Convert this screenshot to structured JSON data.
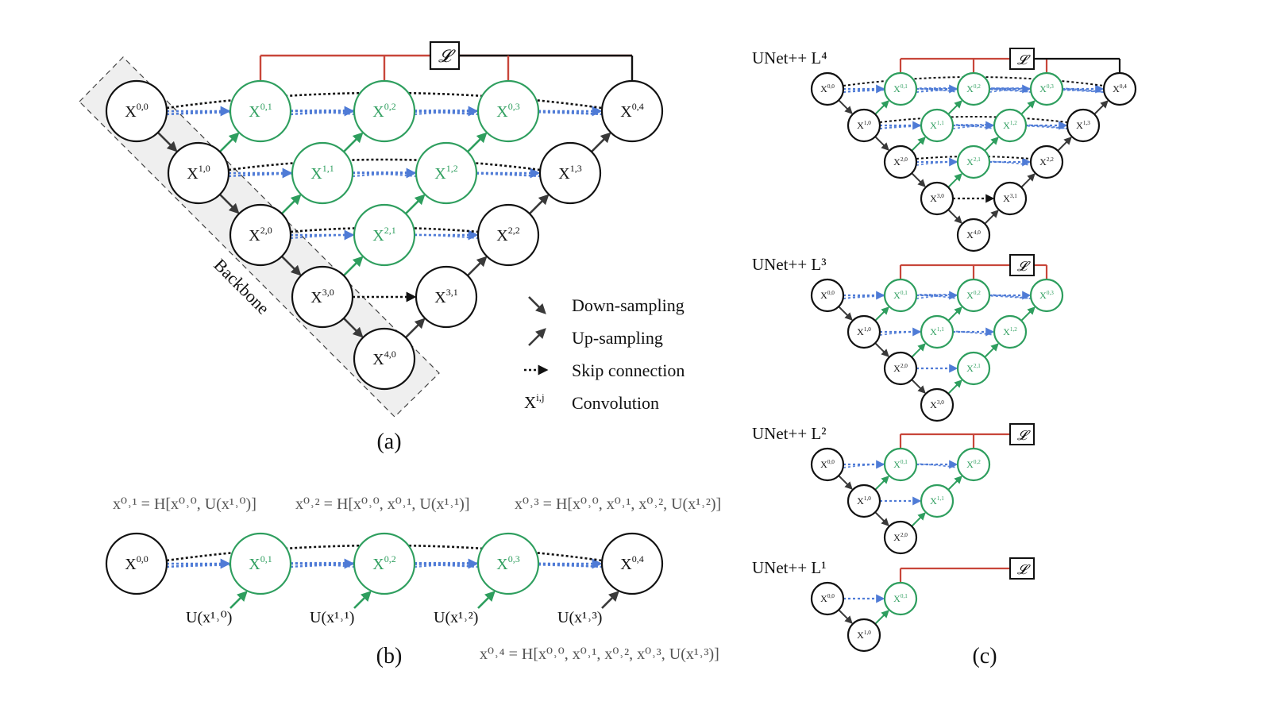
{
  "colors": {
    "encoder": "#111111",
    "nested": "#2e9e5e",
    "skip_blue": "#4f7bd6",
    "loss_line": "#c8463a",
    "arrow": "#3a3a3a",
    "backbone_fill": "#efefef"
  },
  "panel_a": {
    "label": "(a)",
    "backbone_label": "Backbone",
    "loss_symbol": "𝓛",
    "nodes": [
      {
        "id": "0,0",
        "sup": "0,0",
        "kind": "enc"
      },
      {
        "id": "1,0",
        "sup": "1,0",
        "kind": "enc"
      },
      {
        "id": "2,0",
        "sup": "2,0",
        "kind": "enc"
      },
      {
        "id": "3,0",
        "sup": "3,0",
        "kind": "enc"
      },
      {
        "id": "4,0",
        "sup": "4,0",
        "kind": "enc"
      },
      {
        "id": "0,1",
        "sup": "0,1",
        "kind": "nested"
      },
      {
        "id": "0,2",
        "sup": "0,2",
        "kind": "nested"
      },
      {
        "id": "0,3",
        "sup": "0,3",
        "kind": "nested"
      },
      {
        "id": "1,1",
        "sup": "1,1",
        "kind": "nested"
      },
      {
        "id": "1,2",
        "sup": "1,2",
        "kind": "nested"
      },
      {
        "id": "2,1",
        "sup": "2,1",
        "kind": "nested"
      },
      {
        "id": "0,4",
        "sup": "0,4",
        "kind": "enc"
      },
      {
        "id": "1,3",
        "sup": "1,3",
        "kind": "enc"
      },
      {
        "id": "2,2",
        "sup": "2,2",
        "kind": "enc"
      },
      {
        "id": "3,1",
        "sup": "3,1",
        "kind": "enc"
      }
    ],
    "legend": [
      {
        "icon": "down-arrow",
        "label": "Down-sampling"
      },
      {
        "icon": "up-arrow",
        "label": "Up-sampling"
      },
      {
        "icon": "skip-arrow",
        "label": "Skip connection"
      },
      {
        "icon": "conv",
        "label": "Convolution",
        "symbol": "X",
        "sup": "i,j"
      }
    ]
  },
  "panel_b": {
    "label": "(b)",
    "equations": [
      "x⁰˒¹ = H[x⁰˒⁰, U(x¹˒⁰)]",
      "x⁰˒² = H[x⁰˒⁰, x⁰˒¹, U(x¹˒¹)]",
      "x⁰˒³ = H[x⁰˒⁰, x⁰˒¹, x⁰˒², U(x¹˒²)]",
      "x⁰˒⁴ = H[x⁰˒⁰, x⁰˒¹, x⁰˒², x⁰˒³, U(x¹˒³)]"
    ],
    "nodes": [
      {
        "sup": "0,0",
        "kind": "enc"
      },
      {
        "sup": "0,1",
        "kind": "nested"
      },
      {
        "sup": "0,2",
        "kind": "nested"
      },
      {
        "sup": "0,3",
        "kind": "nested"
      },
      {
        "sup": "0,4",
        "kind": "enc"
      }
    ],
    "inputs": [
      "U(x¹˒⁰)",
      "U(x¹˒¹)",
      "U(x¹˒²)",
      "U(x¹˒³)"
    ]
  },
  "panel_c": {
    "label": "(c)",
    "loss_symbol": "𝓛",
    "subfigures": [
      {
        "title": "UNet++ L⁴",
        "depth": 4
      },
      {
        "title": "UNet++ L³",
        "depth": 3
      },
      {
        "title": "UNet++ L²",
        "depth": 2
      },
      {
        "title": "UNet++ L¹",
        "depth": 1
      }
    ]
  }
}
